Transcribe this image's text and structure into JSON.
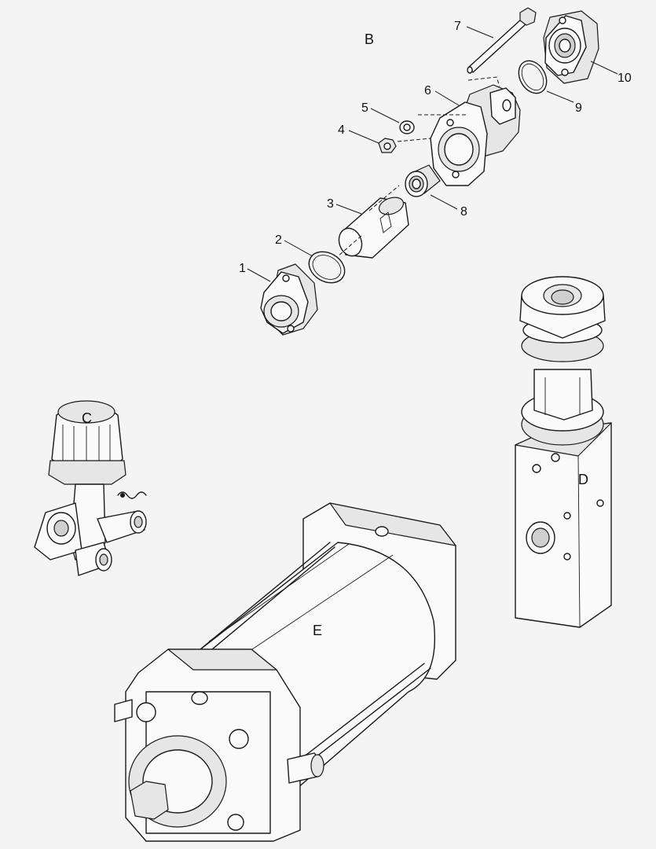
{
  "callouts": {
    "n1": "1",
    "n2": "2",
    "n3": "3",
    "n4": "4",
    "n5": "5",
    "n6": "6",
    "n7": "7",
    "n8": "8",
    "n9": "9",
    "n10": "10"
  },
  "assemblies": {
    "b": "B",
    "c": "C",
    "d": "D",
    "e": "E"
  },
  "colors": {
    "line": "#1a1a1a",
    "background": "#f4f4f4",
    "shade": "#e6e6e6"
  }
}
